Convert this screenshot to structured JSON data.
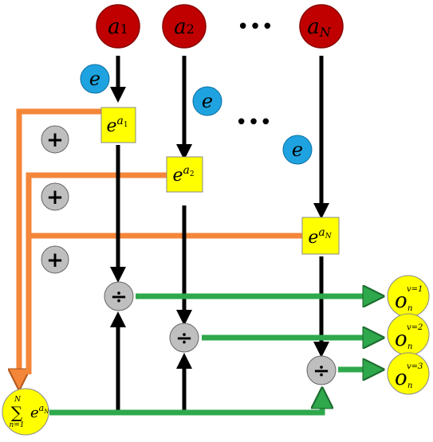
{
  "inputs": [
    {
      "base": "a",
      "sub": "1"
    },
    {
      "base": "a",
      "sub": "2"
    },
    {
      "base": "a",
      "sub": "N"
    }
  ],
  "ellipsis": "•••",
  "exp_symbol": "e",
  "exp_boxes": [
    {
      "base": "e",
      "sup_base": "a",
      "sup_sub": "1"
    },
    {
      "base": "e",
      "sup_base": "a",
      "sup_sub": "2"
    },
    {
      "base": "e",
      "sup_base": "a",
      "sup_sub": "N"
    }
  ],
  "plus_symbol": "+",
  "divide_symbol": "÷",
  "sum_node": {
    "sigma": "∑",
    "upper": "N",
    "lower": "n=1",
    "base": "e",
    "sup_base": "a",
    "sup_sub": "N"
  },
  "outputs": [
    {
      "base": "o",
      "sub": "n",
      "sup": "v=1"
    },
    {
      "base": "o",
      "sub": "n",
      "sup": "v=2"
    },
    {
      "base": "o",
      "sub": "n",
      "sup": "v=3"
    }
  ],
  "colors": {
    "input_node": "#c00000",
    "exp_node": "#1fa3e0",
    "box_fill": "#ffff00",
    "operator_fill": "#bfbfbf",
    "sum_arrow": "#f4863a",
    "output_arrow": "#2ea84b",
    "output_node": "#ffff00",
    "flow_arrow": "#000000"
  }
}
